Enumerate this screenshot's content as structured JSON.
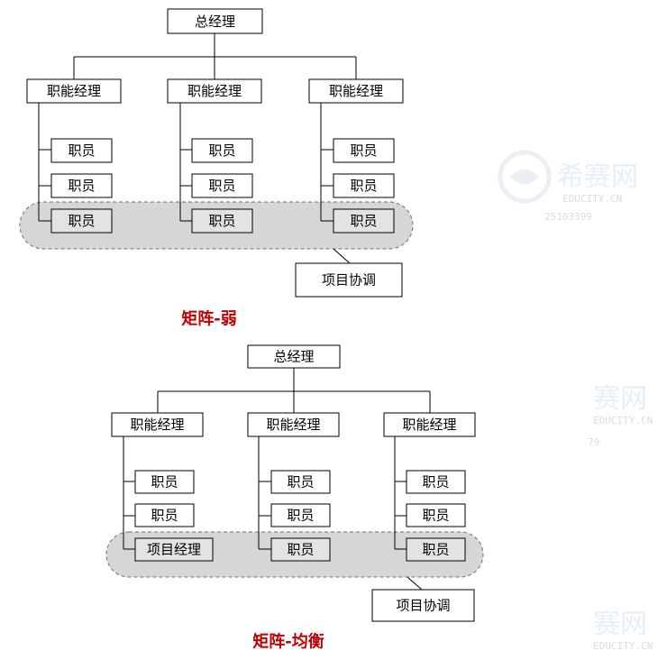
{
  "diagram_weak": {
    "top": "总经理",
    "managers": [
      "职能经理",
      "职能经理",
      "职能经理"
    ],
    "staff": [
      [
        "职员",
        "职员",
        "职员"
      ],
      [
        "职员",
        "职员",
        "职员"
      ],
      [
        "职员",
        "职员",
        "职员"
      ]
    ],
    "project": "项目协调",
    "caption": "矩阵-弱"
  },
  "diagram_balanced": {
    "top": "总经理",
    "managers": [
      "职能经理",
      "职能经理",
      "职能经理"
    ],
    "staff": [
      [
        "职员",
        "职员",
        "项目经理"
      ],
      [
        "职员",
        "职员",
        "职员"
      ],
      [
        "职员",
        "职员",
        "职员"
      ]
    ],
    "project": "项目协调",
    "caption": "矩阵-均衡"
  },
  "watermarks": {
    "brand": "希赛网",
    "short": "赛网",
    "url": "EDUCITY.CN",
    "code_1": "25103399",
    "code_2": "79",
    "colors": {
      "main": "#e6eef6",
      "sub": "#d5dde6"
    }
  },
  "colors": {
    "caption": "#c00000",
    "highlight_band": "#d6d6d6",
    "highlight_box": "#e3e3e3"
  }
}
